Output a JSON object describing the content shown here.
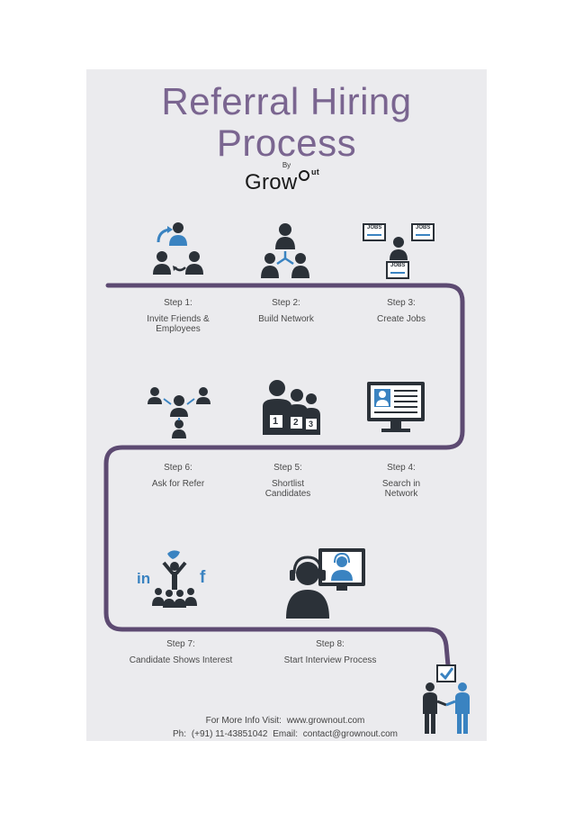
{
  "title": {
    "line1": "Referral Hiring",
    "line2": "Process"
  },
  "by_label": "By",
  "logo": {
    "main": "Grow",
    "superscript": "ut"
  },
  "steps": [
    {
      "num": "Step 1:",
      "text": "Invite Friends & Employees"
    },
    {
      "num": "Step 2:",
      "text": "Build Network"
    },
    {
      "num": "Step 3:",
      "text": "Create Jobs"
    },
    {
      "num": "Step 4:",
      "text": "Search in Network"
    },
    {
      "num": "Step 5:",
      "text": "Shortlist Candidates"
    },
    {
      "num": "Step 6:",
      "text": "Ask for Refer"
    },
    {
      "num": "Step 7:",
      "text": "Candidate Shows Interest"
    },
    {
      "num": "Step 8:",
      "text": "Start Interview Process"
    }
  ],
  "icons": {
    "jobs_label": "JOBS",
    "candidate_numbers": [
      "1",
      "2",
      "3"
    ],
    "linkedin": "in",
    "facebook": "f"
  },
  "footer": {
    "info_label": "For More Info Visit:",
    "website": "www.grownout.com",
    "phone_label": "Ph:",
    "phone": "(+91) 11-43851042",
    "email_label": "Email:",
    "email": "contact@grownout.com"
  },
  "colors": {
    "title": "#7a6590",
    "path": "#5d4a72",
    "icon_dark": "#2b3138",
    "icon_blue": "#3a83c1"
  }
}
